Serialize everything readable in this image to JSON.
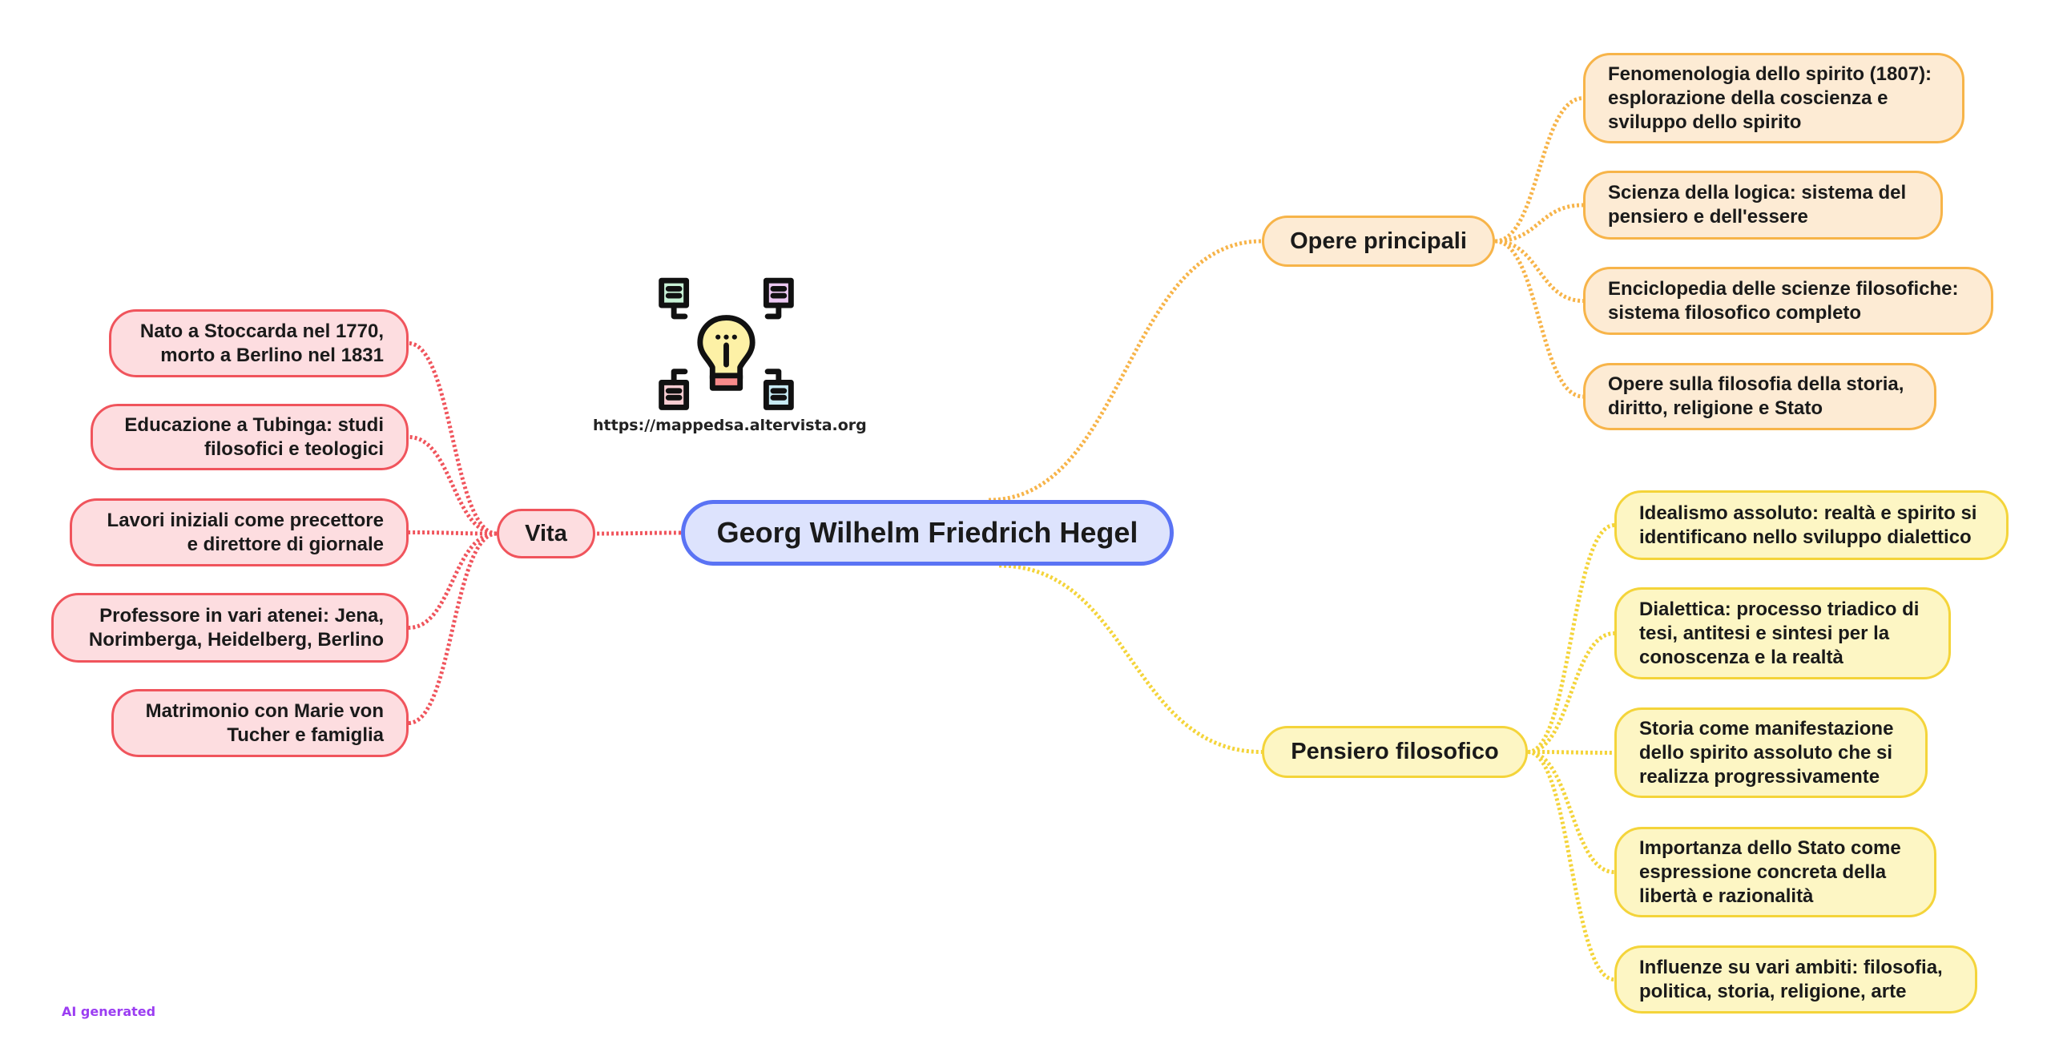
{
  "central": "Georg Wilhelm Friedrich Hegel",
  "logo_url": "https://mappedsa.altervista.org",
  "footer": "AI generated",
  "colors": {
    "central": "#5a73f4",
    "vita": "#f0545c",
    "opere": "#f7b449",
    "pensiero": "#f4d43a"
  },
  "vita": {
    "label": "Vita",
    "items": [
      "Nato a Stoccarda nel 1770,\nmorto a Berlino nel 1831",
      "Educazione a Tubinga: studi\nfilosofici e teologici",
      "Lavori iniziali come precettore\ne direttore di giornale",
      "Professore in vari atenei: Jena,\nNorimberga, Heidelberg, Berlino",
      "Matrimonio con Marie von\nTucher e famiglia"
    ]
  },
  "opere": {
    "label": "Opere principali",
    "items": [
      "Fenomenologia dello spirito (1807):\nesplorazione della coscienza e\nsviluppo dello spirito",
      "Scienza della logica: sistema del\npensiero e dell'essere",
      "Enciclopedia delle scienze filosofiche:\nsistema filosofico completo",
      "Opere sulla filosofia della storia,\ndiritto, religione e Stato"
    ]
  },
  "pensiero": {
    "label": "Pensiero filosofico",
    "items": [
      "Idealismo assoluto: realtà e spirito si\nidentificano nello sviluppo dialettico",
      "Dialettica: processo triadico di\ntesi, antitesi e sintesi per la\nconoscenza e la realtà",
      "Storia come manifestazione\ndello spirito assoluto che si\nrealizza progressivamente",
      "Importanza dello Stato come\nespressione concreta della\nlibertà e razionalità",
      "Influenze su vari ambiti: filosofia,\npolitica, storia, religione, arte"
    ]
  }
}
